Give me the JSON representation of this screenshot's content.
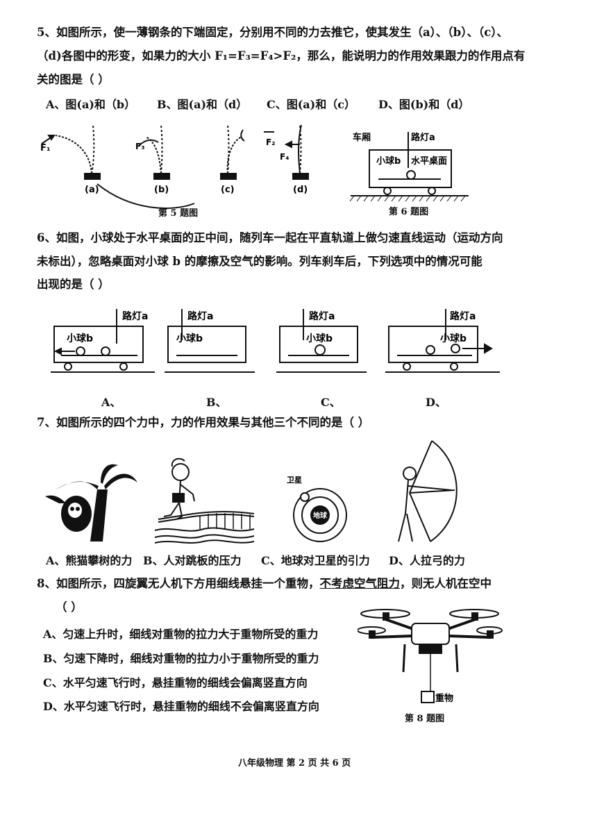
{
  "q5": {
    "line1": "5、如图所示，使一薄钢条的下端固定，分别用不同的力去推它，使其发生（a）、（b）、（c）、",
    "line2": "（d)各图中的形变，如果力的大小 F₁=F₃=F₄>F₂，那么，能说明力的作用效果跟力的作用点有",
    "line3": "关的图是（     ）",
    "options": [
      "A、图(a)和（b）",
      "B、图(a)和（d）",
      "C、图(a)和（c）",
      "D、图(b)和（d）"
    ],
    "fig_labels": {
      "a": "(a)",
      "b": "(b)",
      "c": "(c)",
      "d": "(d)",
      "F1": "F₁",
      "F2": "F₂",
      "F3": "F₃",
      "F4": "F₄"
    },
    "caption": "第 5 题图"
  },
  "q6fig": {
    "car": "车厢",
    "lamp": "路灯a",
    "ball": "小球b",
    "table": "水平桌面",
    "caption": "第 6 题图"
  },
  "q6": {
    "line1": "6、如图，小球处于水平桌面的正中间，随列车一起在平直轨道上做匀速直线运动（运动方向",
    "line2": "未标出），忽略桌面对小球 b 的摩擦及空气的影响。列车刹车后，下列选项中的情况可能",
    "line3": "出现的是（     ）",
    "lamp": "路灯a",
    "ball": "小球b",
    "options": [
      "A、",
      "B、",
      "C、",
      "D、"
    ]
  },
  "q7": {
    "line1": "7、如图所示的四个力中，力的作用效果与其他三个不同的是（     ）",
    "sat": "卫星",
    "earth": "地球",
    "options": [
      "A、熊猫攀树的力",
      "B、人对跳板的压力",
      "C、地球对卫星的引力",
      "D、人拉弓的力"
    ]
  },
  "q8": {
    "line1_a": "8、如图所示，四旋翼无人机下方用细线悬挂一个重物，",
    "line1_u": "不考虑空气阻力",
    "line1_b": "，则无人机在空中",
    "line2": "（     ）",
    "options": [
      "A、匀速上升时，细线对重物的拉力大于重物所受的重力",
      "B、匀速下降时，细线对重物的拉力小于重物所受的重力",
      "C、水平匀速飞行时，悬挂重物的细线会偏离竖直方向",
      "D、水平匀速飞行时，悬挂重物的细线不会偏离竖直方向"
    ],
    "weight": "重物",
    "caption": "第 8 题图"
  },
  "footer": "八年级物理 第 2 页 共 6 页"
}
